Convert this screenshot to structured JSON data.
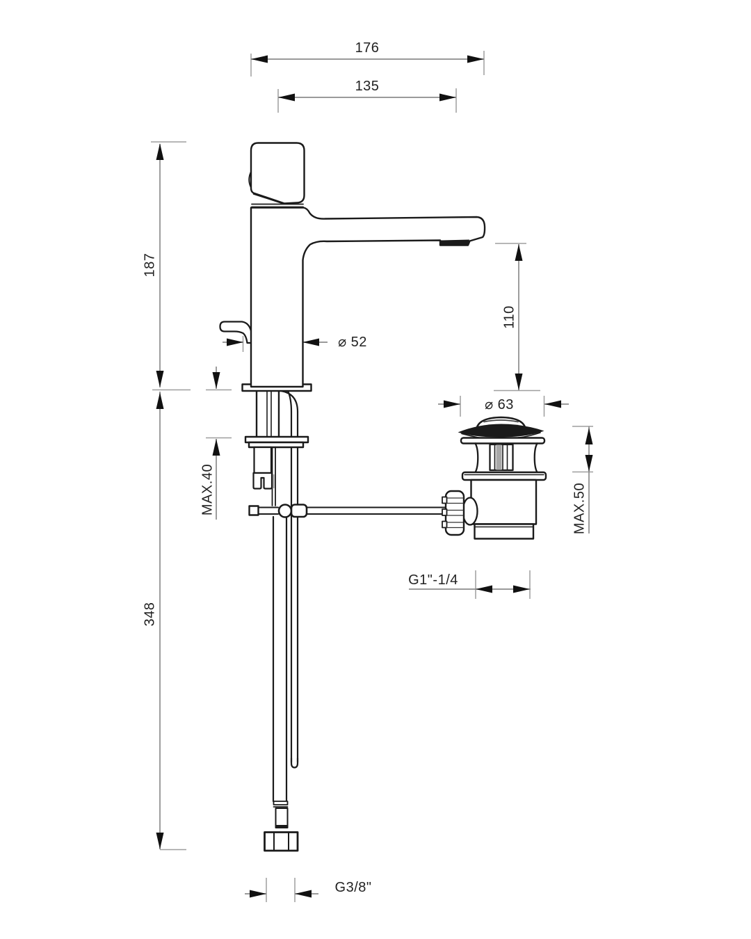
{
  "page": {
    "background": "#ffffff",
    "object_line_color": "#1a1a1a",
    "dimension_line_color": "#8c8c8c",
    "extension_line_color": "#9e9e9e",
    "text_color": "#222222"
  },
  "labels": {
    "width_overall": "176",
    "width_spout": "135",
    "height_body_above_deck": "187",
    "height_spout_outlet": "110",
    "diameter_body_base": "⌀ 52",
    "diameter_drain_flange": "⌀ 63",
    "max_mounting_thickness_mixer": "MAX.40",
    "max_mounting_thickness_drain": "MAX.50",
    "length_below_deck": "348",
    "drain_thread_size": "G1\"-1/4",
    "supply_hose_thread_size": "G3/8\""
  }
}
